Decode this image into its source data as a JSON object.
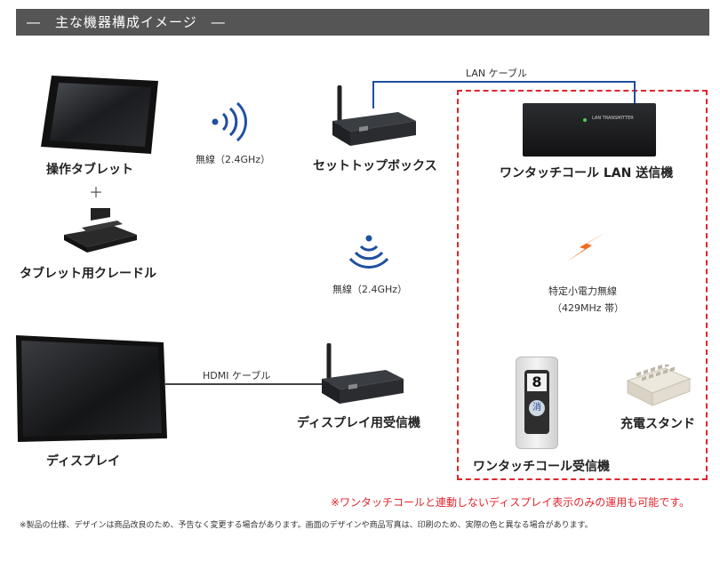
{
  "header": {
    "title": "―　主な機器構成イメージ　―"
  },
  "devices": {
    "tablet": "操作タブレット",
    "plus": "＋",
    "cradle": "タブレット用クレードル",
    "stb": "セットトップボックス",
    "transmitter": "ワンタッチコール LAN 送信機",
    "display": "ディスプレイ",
    "display_receiver": "ディスプレイ用受信機",
    "call_receiver": "ワンタッチコール受信機",
    "charger": "充電スタンド"
  },
  "connections": {
    "wireless_1": "無線（2.4GHz）",
    "wireless_2": "無線（2.4GHz）",
    "lan_cable": "LAN ケーブル",
    "hdmi_cable": "HDMI ケーブル",
    "radio_line1": "特定小電力無線",
    "radio_line2": "（429MHz 帯）"
  },
  "device_text": {
    "transmitter_label": "LAN TRANSMITTER",
    "receiver_number": "8",
    "receiver_button": "消"
  },
  "notes": {
    "red_note": "※ワンタッチコールと連動しないディスプレイ表示のみの運用も可能です。",
    "disclaimer": "※製品の仕様、デザインは商品改良のため、予告なく変更する場合があります。画面のデザインや商品写真は、印刷のため、実際の色と異なる場合があります。"
  },
  "colors": {
    "header_bg": "#555555",
    "dashed_border": "#e0252d",
    "wifi_blue": "#1f4fa0",
    "lightning_orange": "#f26a1b",
    "cable_blue": "#1f4fa0"
  }
}
